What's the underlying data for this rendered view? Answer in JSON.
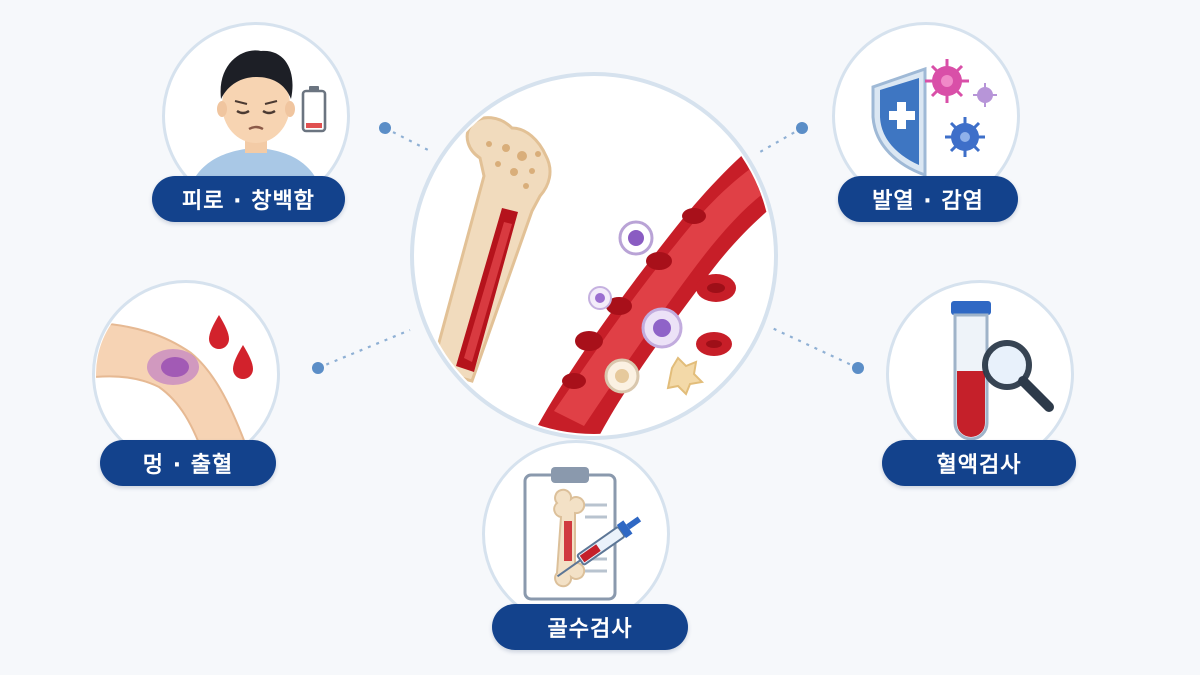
{
  "labels": {
    "fatigue": "피로 · 창백함",
    "fever": "발열 · 감염",
    "bruise": "멍 · 출혈",
    "blood_test": "혈액검사",
    "marrow_test": "골수검사"
  },
  "colors": {
    "label_bg": "#13428c",
    "ring": "#d6e2ee",
    "blood": "#c9202a",
    "dot": "#5b8ec7"
  },
  "icons": {
    "center": "bone-marrow-blood-vessel-icon",
    "fatigue": "tired-person-icon",
    "fever": "shield-virus-icon",
    "bruise": "bruised-arm-icon",
    "blood_test": "test-tube-magnifier-icon",
    "marrow_test": "clipboard-syringe-icon"
  }
}
